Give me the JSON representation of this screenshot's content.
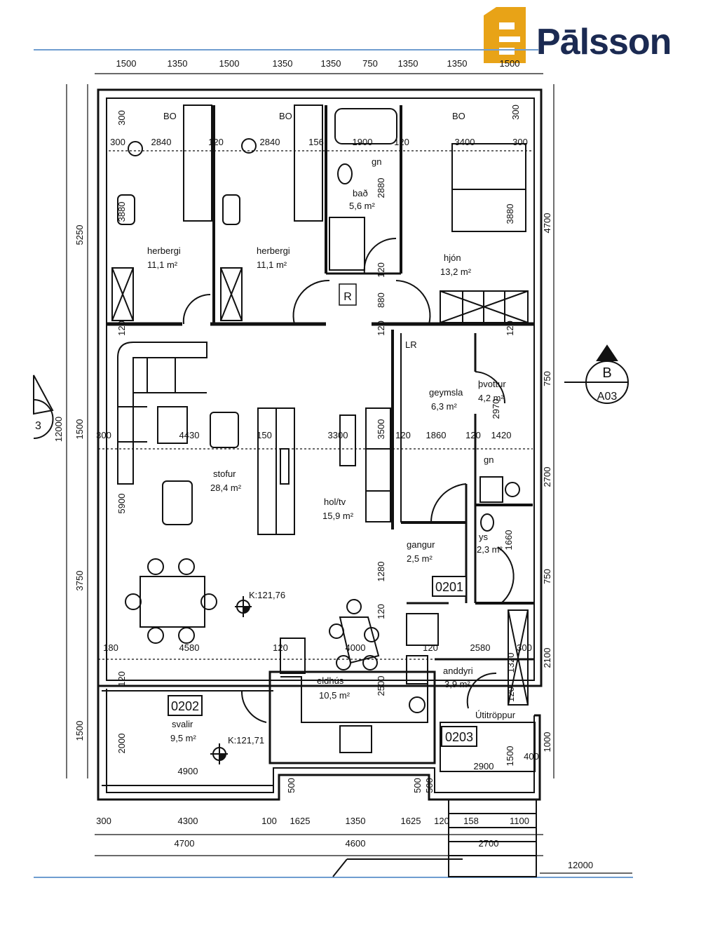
{
  "brand": {
    "name": "Pālsson",
    "colors": {
      "brand_navy": "#1b2a52",
      "brand_gold": "#e8a317",
      "rule_blue": "#6f9dd0"
    }
  },
  "rooms": [
    {
      "id": "herbergi1",
      "name": "herbergi",
      "area": "11,1 m²"
    },
    {
      "id": "herbergi2",
      "name": "herbergi",
      "area": "11,1 m²"
    },
    {
      "id": "bad",
      "name": "bað",
      "area": "5,6 m²"
    },
    {
      "id": "hjon",
      "name": "hjón",
      "area": "13,2 m²"
    },
    {
      "id": "geymsla",
      "name": "geymsla",
      "area": "6,3 m²"
    },
    {
      "id": "thvottur",
      "name": "þvottur",
      "area": "4,2 m²"
    },
    {
      "id": "stofur",
      "name": "stofur",
      "area": "28,4 m²"
    },
    {
      "id": "holtv",
      "name": "hol/tv",
      "area": "15,9 m²"
    },
    {
      "id": "gangur",
      "name": "gangur",
      "area": "2,5 m²"
    },
    {
      "id": "ys",
      "name": "ys",
      "area": "2,3 m²"
    },
    {
      "id": "eldhus",
      "name": "eldhús",
      "area": "10,5 m²"
    },
    {
      "id": "anddyri",
      "name": "anddyri",
      "area": "3,9 m²"
    },
    {
      "id": "svalir",
      "name": "svalir",
      "area": "9,5 m²"
    }
  ],
  "tags": {
    "bo1": "BO",
    "bo2": "BO",
    "bo3": "BO",
    "gn1": "gn",
    "gn2": "gn",
    "lr": "LR",
    "r": "R",
    "utitroppur": "Útitröppur"
  },
  "unit_boxes": {
    "u0201": "0201",
    "u0202": "0202",
    "u0203": "0203"
  },
  "levels": {
    "k1": "K:121,76",
    "k2": "K:121,71"
  },
  "section_marker": {
    "letter": "B",
    "sheet": "A03",
    "left_partial": "3"
  },
  "dimensions": {
    "top": [
      "1500",
      "1350",
      "1500",
      "1350",
      "1350",
      "750",
      "1350",
      "1350",
      "1500"
    ],
    "left": [
      "5250",
      "12000",
      "1500",
      "3750",
      "1500"
    ],
    "right": [
      "4700",
      "750",
      "2700",
      "750",
      "2100",
      "1000"
    ],
    "bottom_row1": [
      "300",
      "4300",
      "100",
      "1625",
      "1350",
      "1625",
      "120",
      "158",
      "1100"
    ],
    "bottom_row2": [
      "4700",
      "4600",
      "2700"
    ],
    "bottom_far": "12000",
    "interior": {
      "d2840a": "2840",
      "d2840b": "2840",
      "d300a": "300",
      "d300b": "300",
      "d120a": "120",
      "d156": "156",
      "d1900": "1900",
      "d120b": "120",
      "d3400": "3400",
      "d300c": "300",
      "d3880a": "3880",
      "d3880b": "3880",
      "d2880": "2880",
      "d120c": "120",
      "d880": "880",
      "d120d": "120",
      "d120e": "120",
      "d120f": "120",
      "d300d": "300",
      "d4430": "4430",
      "d150": "150",
      "d3300": "3300",
      "d3500": "3500",
      "d120g": "120",
      "d1860": "1860",
      "d120h": "120",
      "d1420": "1420",
      "d2970": "2970",
      "d5900": "5900",
      "d1660": "1660",
      "d1280": "1280",
      "d120i": "120",
      "d4580": "4580",
      "d4000": "4000",
      "d120j": "120",
      "d120k": "120",
      "d2580": "2580",
      "d300e": "300",
      "d1320": "1320",
      "d500a": "500",
      "d2500": "2500",
      "d2000": "2000",
      "d4900": "4900",
      "d1500b": "1500",
      "d400": "400",
      "d2900": "2900",
      "d500b": "500",
      "d500c": "500",
      "d180": "180",
      "d300f": "300",
      "d120l": "120",
      "d120m": "120"
    }
  }
}
